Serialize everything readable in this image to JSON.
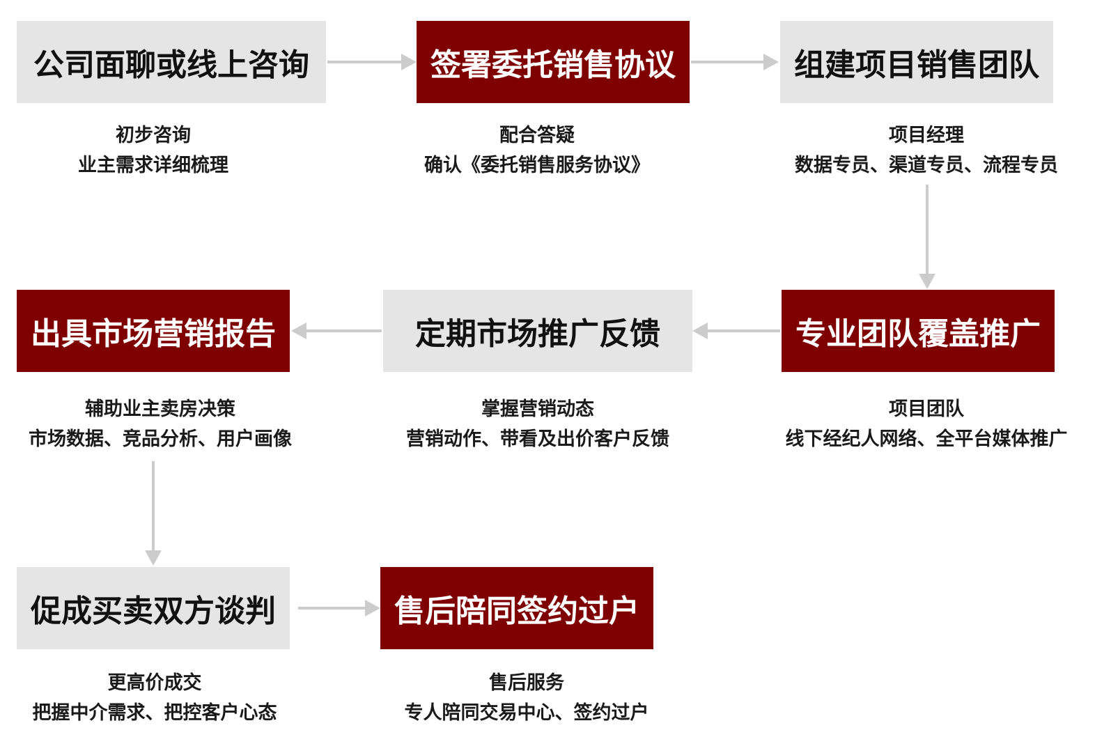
{
  "colors": {
    "gray_box": "#e5e5e5",
    "red_box": "#7f0000",
    "arrow": "#cccccc"
  },
  "steps": [
    {
      "title": "公司面聊或线上咨询",
      "style": "gray",
      "line1": "初步咨询",
      "line2": "业主需求详细梳理"
    },
    {
      "title": "签署委托销售协议",
      "style": "red",
      "line1": "配合答疑",
      "line2": "确认《委托销售服务协议》"
    },
    {
      "title": "组建项目销售团队",
      "style": "gray",
      "line1": "项目经理",
      "line2": "数据专员、渠道专员、流程专员"
    },
    {
      "title": "专业团队覆盖推广",
      "style": "red",
      "line1": "项目团队",
      "line2": "线下经纪人网络、全平台媒体推广"
    },
    {
      "title": "定期市场推广反馈",
      "style": "gray",
      "line1": "掌握营销动态",
      "line2": "营销动作、带看及出价客户反馈"
    },
    {
      "title": "出具市场营销报告",
      "style": "red",
      "line1": "辅助业主卖房决策",
      "line2": "市场数据、竞品分析、用户画像"
    },
    {
      "title": "促成买卖双方谈判",
      "style": "gray",
      "line1": "更高价成交",
      "line2": "把握中介需求、把控客户心态"
    },
    {
      "title": "售后陪同签约过户",
      "style": "red",
      "line1": "售后服务",
      "line2": "专人陪同交易中心、签约过户"
    }
  ]
}
